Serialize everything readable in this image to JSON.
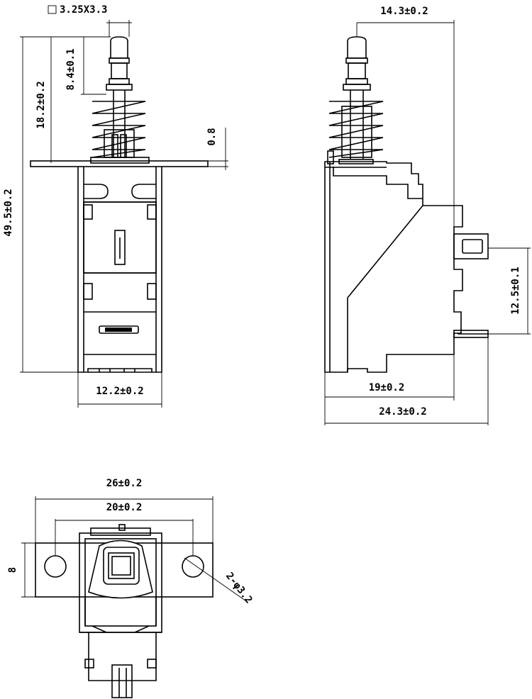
{
  "dimensions": {
    "sq_note": "3.25X3.3",
    "d18": "18.2±0.2",
    "d8_4": "8.4±0.1",
    "d49": "49.5±0.2",
    "d0_8": "0.8",
    "d12": "12.2±0.2",
    "d14": "14.3±0.2",
    "d12_5": "12.5±0.1",
    "d19": "19±0.2",
    "d24": "24.3±0.2",
    "d26": "26±0.2",
    "d20": "20±0.2",
    "d8": "8",
    "d_hole": "2-φ3.2"
  }
}
